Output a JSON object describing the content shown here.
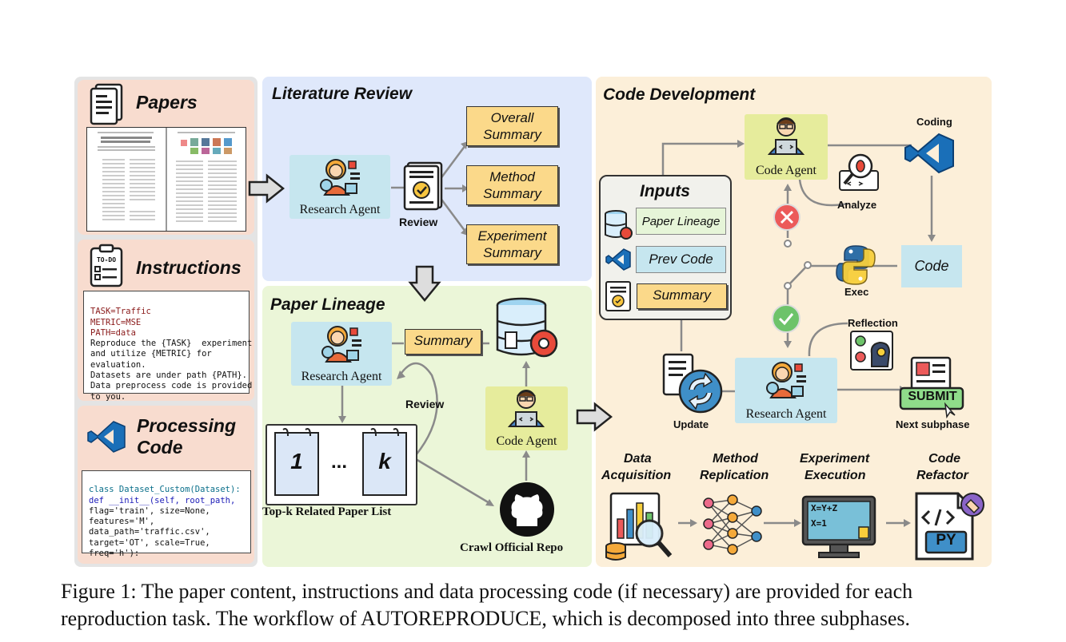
{
  "left": {
    "papers_title": "Papers",
    "instructions_title": "Instructions",
    "todo_icon_text": "TO-DO",
    "instructions_lines": [
      "TASK=Traffic",
      "METRIC=MSE",
      "PATH=data",
      "Reproduce the {TASK}  experiment",
      "and utilize {METRIC} for",
      "evaluation.",
      "Datasets are under path {PATH}.",
      "Data preprocess code is provided",
      "to you."
    ],
    "processing_title_1": "Processing",
    "processing_title_2": "Code",
    "code_lines": [
      "class Dataset_Custom(Dataset):",
      "def __init__(self, root_path,",
      "flag='train', size=None,",
      "features='M',",
      "data_path='traffic.csv',",
      "target='OT', scale=True,",
      "freq='h'):"
    ]
  },
  "literature_review": {
    "title": "Literature Review",
    "agent_label": "Research Agent",
    "review_label": "Review",
    "summaries": [
      "Overall Summary",
      "Method Summary",
      "Experiment Summary"
    ]
  },
  "paper_lineage": {
    "title": "Paper Lineage",
    "agent_label": "Research Agent",
    "summary_label": "Summary",
    "review_label": "Review",
    "code_agent_label": "Code Agent",
    "paper_list_label": "Top-k Related Paper List",
    "paper_first": "1",
    "paper_dots": "...",
    "paper_last": "k",
    "crawl_label": "Crawl Official Repo"
  },
  "code_development": {
    "title": "Code Development",
    "inputs_title": "Inputs",
    "inputs": [
      "Paper Lineage",
      "Prev Code",
      "Summary"
    ],
    "code_agent_label": "Code Agent",
    "coding_label": "Coding",
    "analyze_label": "Analyze",
    "code_box_label": "Code",
    "exec_label": "Exec",
    "reflection_label": "Reflection",
    "research_agent_label": "Research Agent",
    "update_label": "Update",
    "submit_label": "SUBMIT",
    "next_subphase_label": "Next subphase",
    "stages": [
      {
        "line1": "Data",
        "line2": "Acquisition"
      },
      {
        "line1": "Method",
        "line2": "Replication"
      },
      {
        "line1": "Experiment",
        "line2": "Execution"
      },
      {
        "line1": "Code",
        "line2": "Refactor"
      }
    ],
    "refactor_icon_text": "PY",
    "exec_icon_line1": "X=Y+Z",
    "exec_icon_line2": "X=1"
  },
  "caption": {
    "line1": "Figure 1: The paper content, instructions and data processing code (if necessary) are provided for each",
    "line2": "reproduction task. The workflow of AUTOREPRODUCE, which is decomposed into three subphases."
  },
  "colors": {
    "left_panel": "#f7dcd0",
    "literature_panel": "#dde8fb",
    "lineage_panel": "#eaf5d6",
    "code_dev_panel": "#fcefd9",
    "agent_box": "#c8e6ef",
    "code_agent_box": "#e9eea0",
    "note": "#fbd98a"
  }
}
